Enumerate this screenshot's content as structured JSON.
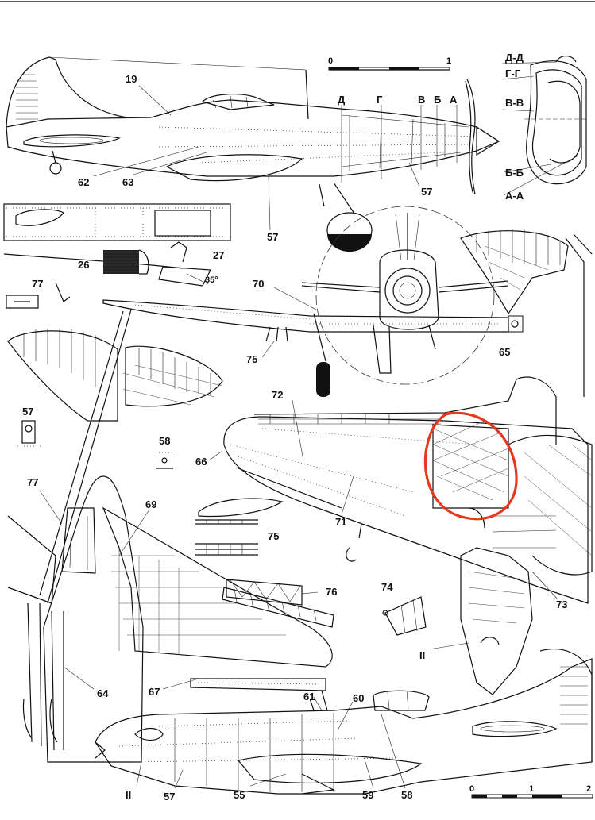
{
  "labels": {
    "l19": "19",
    "l62": "62",
    "l63": "63",
    "l57a": "57",
    "l57b": "57",
    "l26": "26",
    "l27": "27",
    "l35": "35°",
    "l77a": "77",
    "l70": "70",
    "l75a": "75",
    "l65": "65",
    "l57c": "57",
    "l58": "58",
    "l66": "66",
    "l72": "72",
    "l71": "71",
    "l77b": "77",
    "l69": "69",
    "l75b": "75",
    "l76": "76",
    "l74": "74",
    "l73": "73",
    "lII_a": "II",
    "l64": "64",
    "l67": "67",
    "l61": "61",
    "l60": "60",
    "l57d": "57",
    "l55": "55",
    "l59": "59",
    "l58b": "58",
    "lII_b": "II"
  },
  "sections": {
    "dd": "Д-Д",
    "gg": "Г-Г",
    "vv": "В-В",
    "bb": "Б-Б",
    "aa": "А-А",
    "d": "Д",
    "g": "Г",
    "v": "В",
    "b": "Б",
    "a": "А"
  },
  "scales": {
    "top": {
      "start": "0",
      "end": "1"
    },
    "bottom": {
      "start": "0",
      "mid": "1",
      "end": "2"
    }
  },
  "colors": {
    "ink": "#111111",
    "highlight": "#e8371e",
    "paper": "#ffffff"
  }
}
